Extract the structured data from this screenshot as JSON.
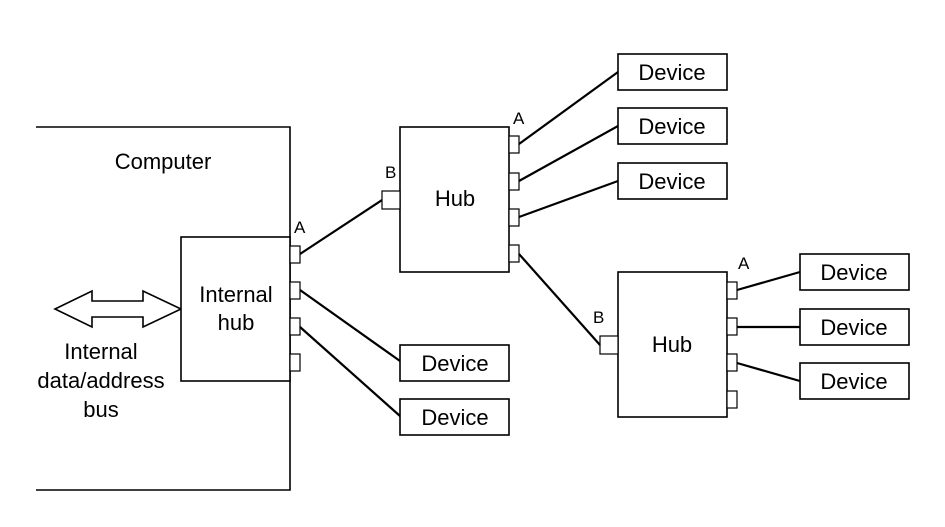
{
  "computer": {
    "label": "Computer",
    "internal_hub_lines": [
      "Internal",
      "hub"
    ],
    "bus_lines": [
      "Internal",
      "data/address",
      "bus"
    ]
  },
  "hub_label": "Hub",
  "device_label": "Device",
  "port_a_label": "A",
  "port_b_label": "B"
}
